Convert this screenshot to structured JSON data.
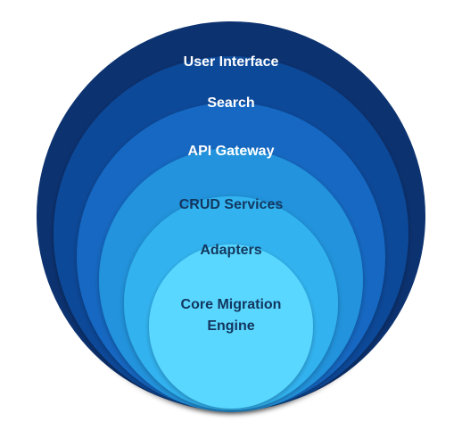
{
  "diagram": {
    "layers": [
      {
        "id": "user-interface",
        "label_lines": [
          "User Interface"
        ],
        "fill": "#0c3270",
        "text_color": "#ffffff"
      },
      {
        "id": "search",
        "label_lines": [
          "Search"
        ],
        "fill": "#0e4a99",
        "text_color": "#ffffff"
      },
      {
        "id": "api-gateway",
        "label_lines": [
          "API Gateway"
        ],
        "fill": "#1767c2",
        "text_color": "#ffffff"
      },
      {
        "id": "crud-services",
        "label_lines": [
          "CRUD Services"
        ],
        "fill": "#2293dc",
        "text_color": "#12365e"
      },
      {
        "id": "adapters",
        "label_lines": [
          "Adapters"
        ],
        "fill": "#32b3f0",
        "text_color": "#12365e"
      },
      {
        "id": "core-migration-engine",
        "label_lines": [
          "Core Migration",
          "Engine"
        ],
        "fill": "#5ad7ff",
        "text_color": "#12365e"
      }
    ]
  }
}
